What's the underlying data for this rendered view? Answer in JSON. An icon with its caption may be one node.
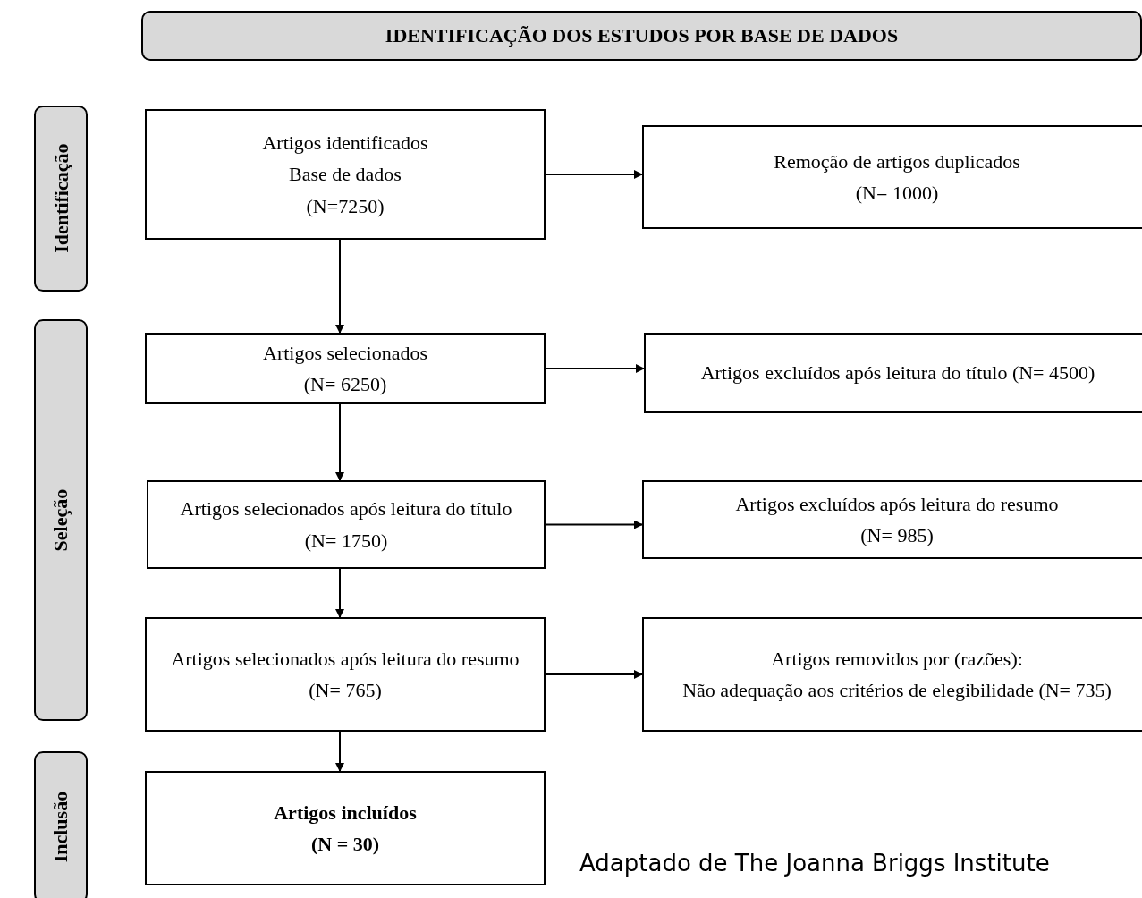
{
  "diagram": {
    "nodes": [
      {
        "text": [
          "IDENTIFICAÇÃO DOS ESTUDOS POR BASE DE DADOS"
        ]
      },
      {
        "text": [
          "Identificação"
        ]
      },
      {
        "text": [
          "Seleção"
        ]
      },
      {
        "text": [
          "Inclusão"
        ]
      },
      {
        "text": [
          "Artigos identificados",
          "Base de dados",
          "(N=7250)"
        ]
      },
      {
        "text": [
          "Remoção de artigos duplicados",
          "(N= 1000)"
        ]
      },
      {
        "text": [
          "Artigos selecionados",
          "(N= 6250)"
        ]
      },
      {
        "text": [
          "Artigos excluídos após leitura do título (N= 4500)"
        ]
      },
      {
        "text": [
          "Artigos selecionados após leitura do título",
          "(N= 1750)"
        ]
      },
      {
        "text": [
          "Artigos excluídos após leitura do resumo",
          "(N= 985)"
        ]
      },
      {
        "text": [
          "Artigos selecionados após leitura do resumo",
          "(N= 765)"
        ]
      },
      {
        "text": [
          "Artigos removidos por (razões):",
          "Não adequação aos critérios de elegibilidade (N= 735)"
        ]
      },
      {
        "text": [
          "Artigos incluídos",
          "(N = 30)"
        ]
      }
    ],
    "edges": [
      {
        "from": 4,
        "to": 5,
        "arrow": "to"
      },
      {
        "from": 4,
        "to": 6,
        "arrow": "to"
      },
      {
        "from": 6,
        "to": 7,
        "arrow": "to"
      },
      {
        "from": 6,
        "to": 8,
        "arrow": "to"
      },
      {
        "from": 8,
        "to": 9,
        "arrow": "to"
      },
      {
        "from": 8,
        "to": 10,
        "arrow": "to"
      },
      {
        "from": 10,
        "to": 11,
        "arrow": "to"
      },
      {
        "from": 10,
        "to": 12,
        "arrow": "to"
      }
    ],
    "labels": [
      "Adaptado de The Joanna Briggs Institute"
    ]
  }
}
